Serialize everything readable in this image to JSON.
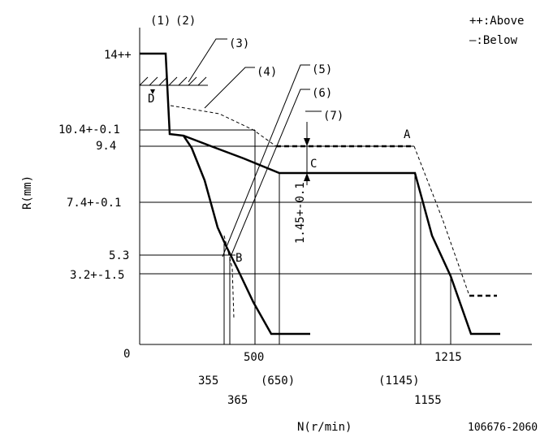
{
  "legend": {
    "above": "++:Above",
    "below": "—:Below"
  },
  "axes": {
    "y_label": "R(mm)",
    "x_label": "N(r/min)",
    "origin": "0"
  },
  "y_ticks": [
    "14++",
    "10.4+-0.1",
    "9.4",
    "7.4+-0.1",
    "5.3",
    "3.2+-1.5"
  ],
  "x_ticks": [
    "355",
    "365",
    "500",
    "(650)",
    "(1145)",
    "1155",
    "1215"
  ],
  "callouts": [
    "(1)",
    "(2)",
    "(3)",
    "(4)",
    "(5)",
    "(6)",
    "(7)"
  ],
  "points": {
    "A": "A",
    "B": "B",
    "C": "C",
    "D": "D"
  },
  "dimension": "1.45+-0.1",
  "drawing_number": "106676-2060"
}
